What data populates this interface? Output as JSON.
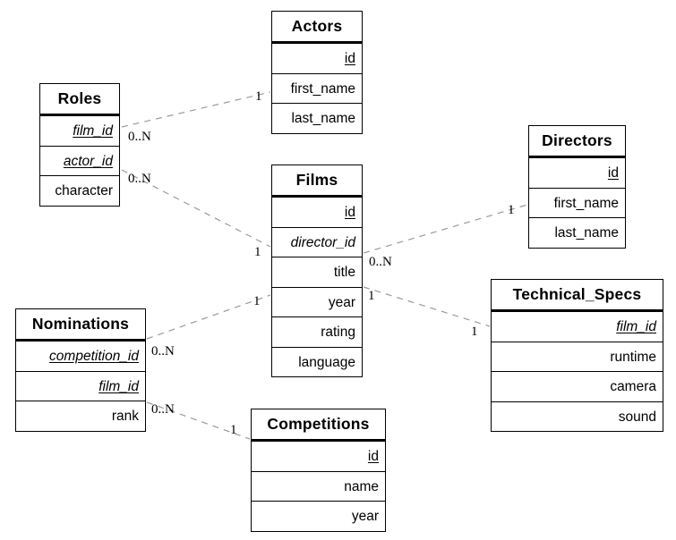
{
  "tables": [
    {
      "name": "Actors",
      "columns": [
        {
          "label": "id",
          "pk": true
        },
        {
          "label": "first_name"
        },
        {
          "label": "last_name"
        }
      ]
    },
    {
      "name": "Roles",
      "columns": [
        {
          "label": "film_id",
          "pk": true,
          "fk": true
        },
        {
          "label": "actor_id",
          "pk": true,
          "fk": true
        },
        {
          "label": "character"
        }
      ]
    },
    {
      "name": "Films",
      "columns": [
        {
          "label": "id",
          "pk": true
        },
        {
          "label": "director_id",
          "fk": true
        },
        {
          "label": "title"
        },
        {
          "label": "year"
        },
        {
          "label": "rating"
        },
        {
          "label": "language"
        }
      ]
    },
    {
      "name": "Directors",
      "columns": [
        {
          "label": "id",
          "pk": true
        },
        {
          "label": "first_name"
        },
        {
          "label": "last_name"
        }
      ]
    },
    {
      "name": "Nominations",
      "columns": [
        {
          "label": "competition_id",
          "pk": true,
          "fk": true
        },
        {
          "label": "film_id",
          "pk": true,
          "fk": true
        },
        {
          "label": "rank"
        }
      ]
    },
    {
      "name": "Technical_Specs",
      "columns": [
        {
          "label": "film_id",
          "pk": true,
          "fk": true
        },
        {
          "label": "runtime"
        },
        {
          "label": "camera"
        },
        {
          "label": "sound"
        }
      ]
    },
    {
      "name": "Competitions",
      "columns": [
        {
          "label": "id",
          "pk": true
        },
        {
          "label": "name"
        },
        {
          "label": "year"
        }
      ]
    }
  ],
  "connections": [
    {
      "from": "Roles",
      "to": "Actors",
      "from_label": "0..N",
      "to_label": "1"
    },
    {
      "from": "Roles",
      "to": "Films",
      "from_label": "0..N",
      "to_label": "1"
    },
    {
      "from": "Nominations",
      "to": "Films",
      "from_label": "0..N",
      "to_label": "1"
    },
    {
      "from": "Nominations",
      "to": "Competitions",
      "from_label": "0..N",
      "to_label": "1"
    },
    {
      "from": "Films",
      "to": "Directors",
      "from_label": "0..N",
      "to_label": "1"
    },
    {
      "from": "Films",
      "to": "Technical_Specs",
      "from_label": "1",
      "to_label": "1"
    }
  ],
  "colors": {
    "line": "#9a9a9a",
    "border": "#000000",
    "text": "#000000",
    "background": "#ffffff"
  }
}
